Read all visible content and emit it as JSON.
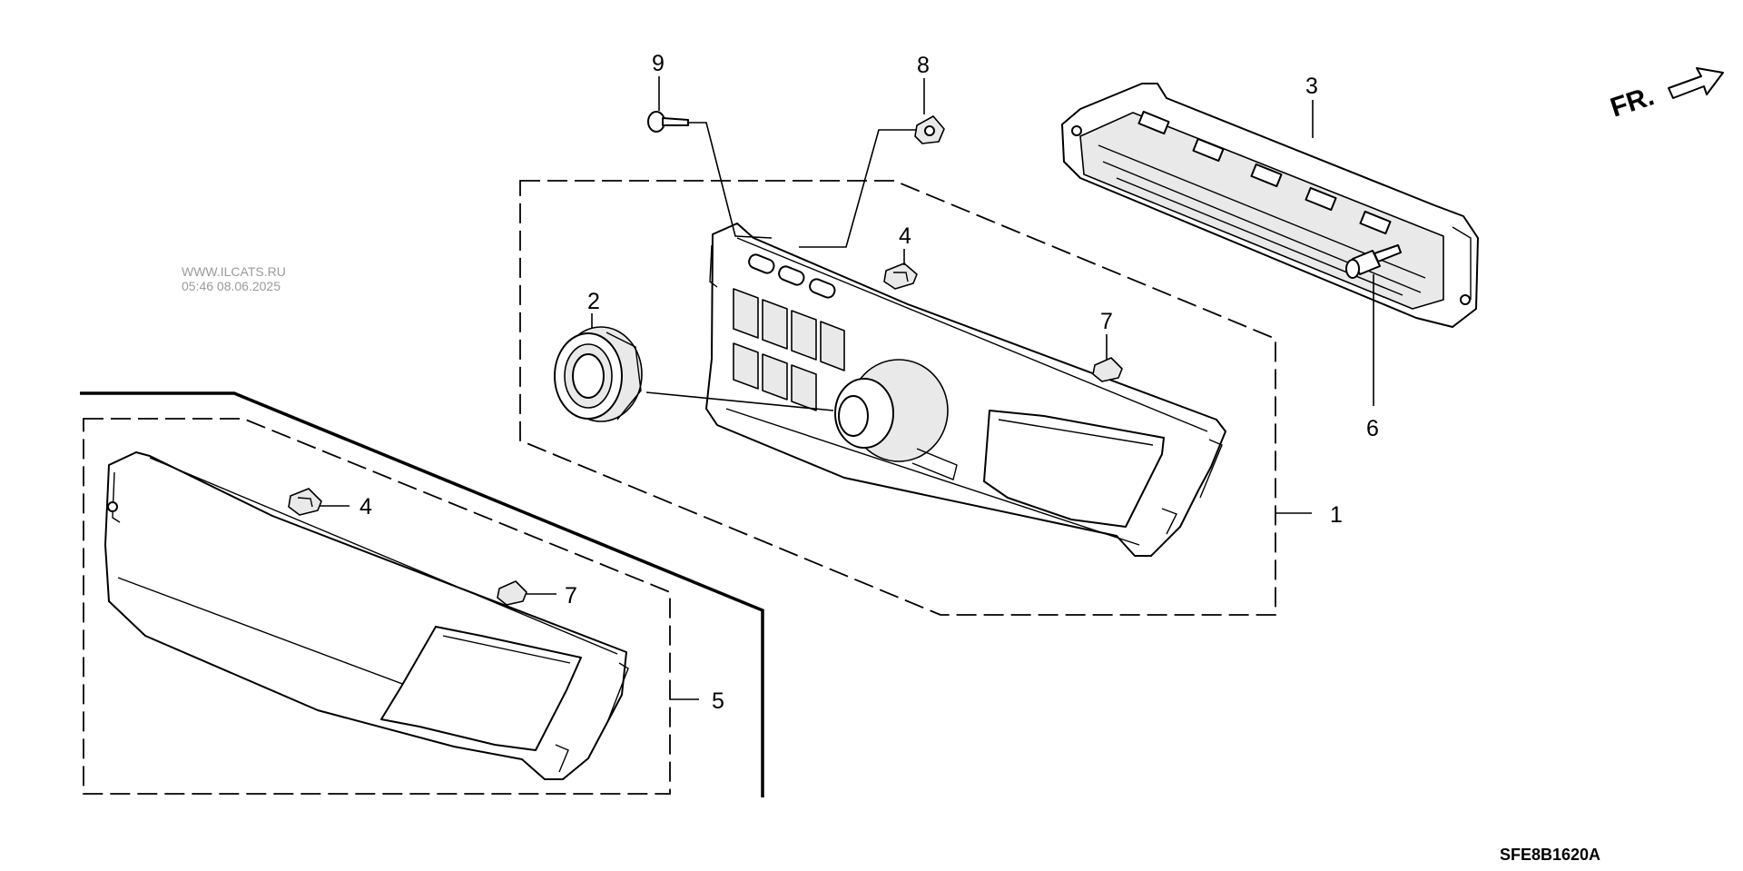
{
  "watermark": {
    "site": "WWW.ILCATS.RU",
    "timestamp": "05:46 08.06.2025"
  },
  "direction": {
    "label": "FR."
  },
  "callouts": {
    "c1": "1",
    "c2": "2",
    "c3": "3",
    "c4a": "4",
    "c4b": "4",
    "c5": "5",
    "c6": "6",
    "c7a": "7",
    "c7b": "7",
    "c8": "8",
    "c9": "9"
  },
  "diagram_code": "SFE8B1620A"
}
